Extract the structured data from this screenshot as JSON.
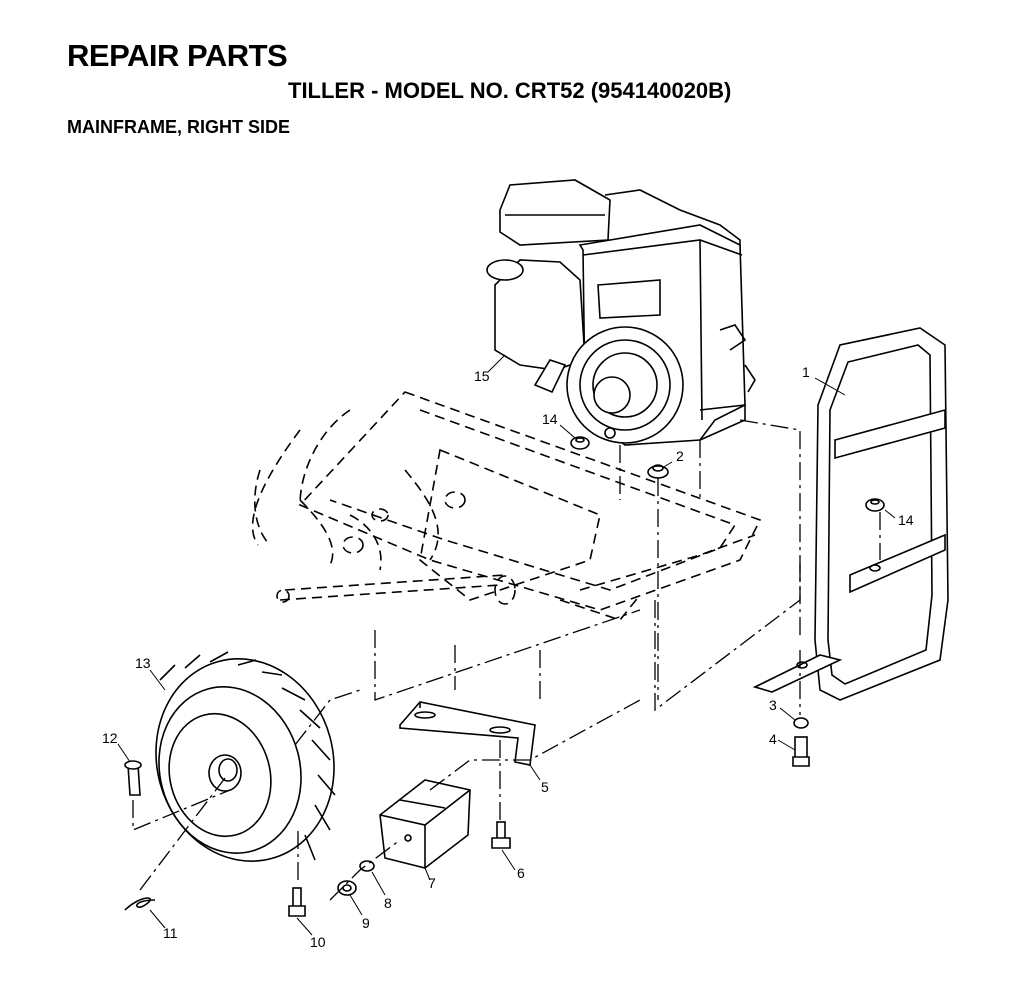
{
  "header": {
    "title": "REPAIR PARTS",
    "subtitle": "TILLER - MODEL NO. CRT52 (954140020B)",
    "section": "MAINFRAME, RIGHT SIDE"
  },
  "callouts": [
    "1",
    "2",
    "3",
    "4",
    "5",
    "6",
    "7",
    "8",
    "9",
    "10",
    "11",
    "12",
    "13",
    "14",
    "14",
    "15"
  ],
  "icons": {
    "engine": "engine-icon",
    "handle": "handle-bar-icon",
    "wheel": "tire-wheel-icon",
    "frame": "mainframe-dashed-icon",
    "bracket": "bracket-icon",
    "weight": "weight-block-icon"
  }
}
